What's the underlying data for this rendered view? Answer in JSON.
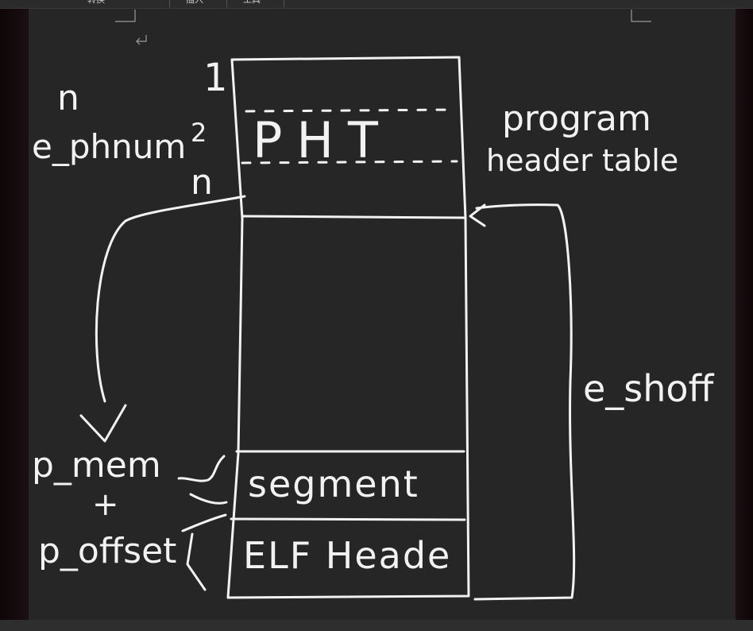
{
  "toolbar": {
    "tabs": [
      "转换",
      "插入",
      "工具"
    ]
  },
  "diagram": {
    "marks": {
      "one": "1",
      "two": "2",
      "n_top": "n",
      "n_mid": "n"
    },
    "left_labels": {
      "e_phnum": "e_phnum",
      "p_mem": "p_mem",
      "plus": "+",
      "p_offset": "p_offset"
    },
    "blocks": {
      "pht": "PHT",
      "segment": "segment",
      "elf_header": "ELF Heade"
    },
    "right_labels": {
      "program_header_table_line1": "program",
      "program_header_table_line2": "header table",
      "e_shoff": "e_shoff"
    },
    "colors": {
      "ink": "#f2f2f2",
      "page": "#262626",
      "frame": "#150a0d"
    }
  }
}
